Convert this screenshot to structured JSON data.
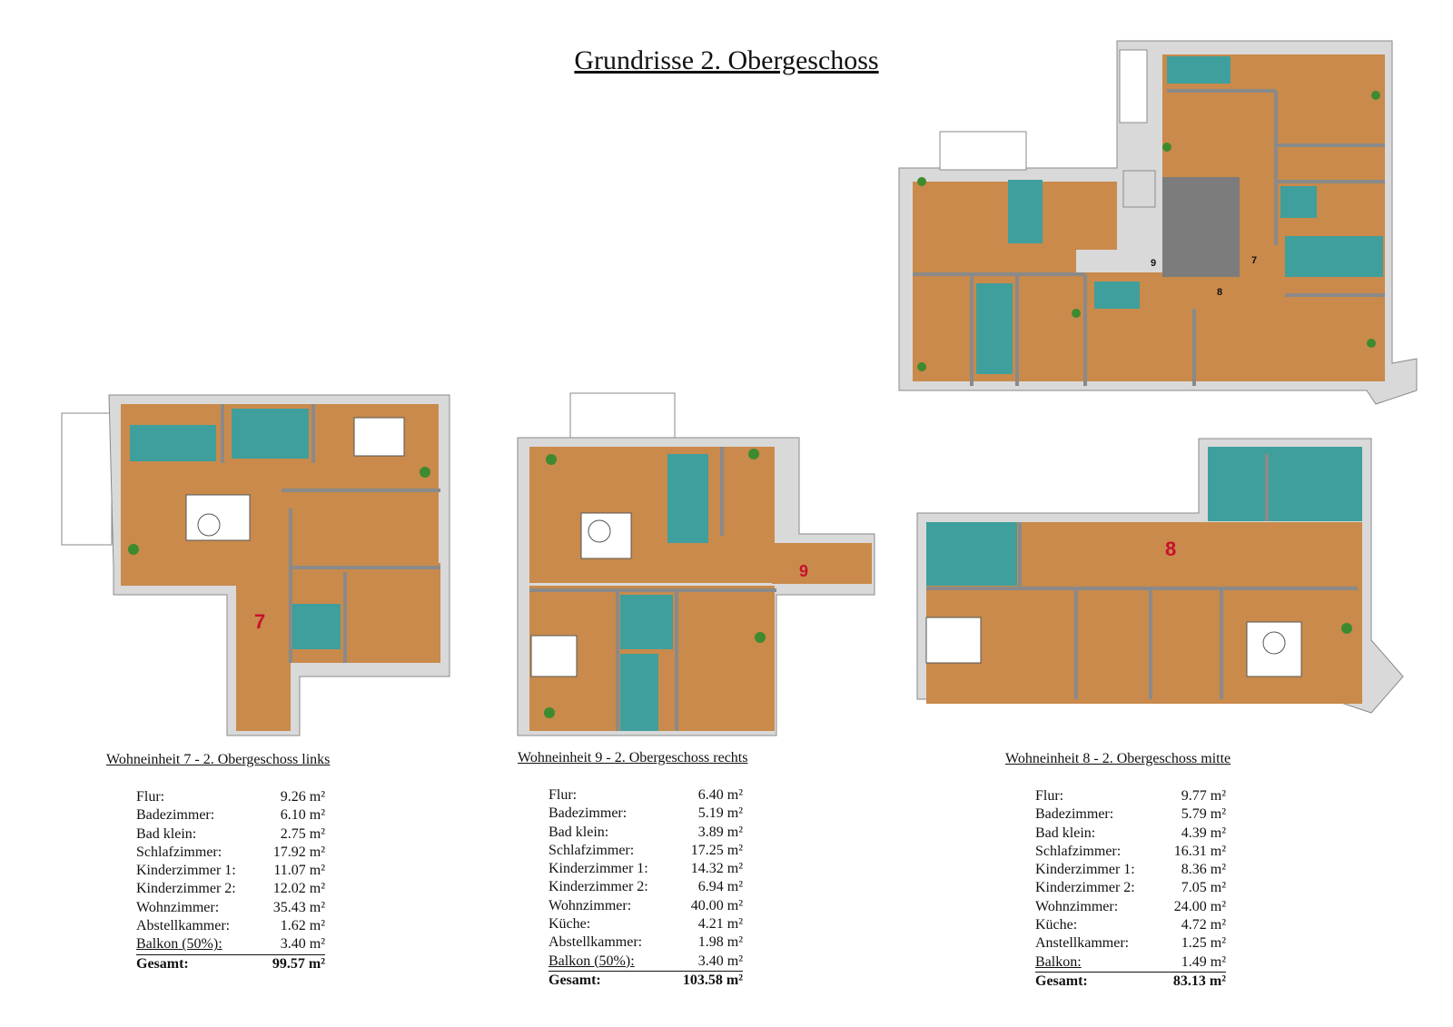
{
  "title": "Grundrisse 2. Obergeschoss",
  "colors": {
    "floor": "#c98a4b",
    "floor_dark": "#b5773c",
    "tile": "#3f9f9c",
    "wall": "#d9d9d9",
    "wall_edge": "#8a8a8a",
    "stair": "#7c7c7c",
    "plant": "#3e8a2f",
    "unit_number": "#c8102e"
  },
  "overview": {
    "stair_labels": [
      "9",
      "7",
      "8"
    ]
  },
  "units": [
    {
      "number": "7",
      "heading": "Wohneinheit 7 - 2. Obergeschoss links",
      "rows": [
        {
          "label": "Flur:",
          "value": "9.26 m²"
        },
        {
          "label": "Badezimmer:",
          "value": "6.10 m²"
        },
        {
          "label": "Bad klein:",
          "value": "2.75 m²"
        },
        {
          "label": "Schlafzimmer:",
          "value": "17.92 m²"
        },
        {
          "label": "Kinderzimmer 1:",
          "value": "11.07 m²"
        },
        {
          "label": "Kinderzimmer 2:",
          "value": "12.02 m²"
        },
        {
          "label": "Wohnzimmer:",
          "value": "35.43 m²"
        },
        {
          "label": "Abstellkammer:",
          "value": "1.62 m²"
        },
        {
          "label": "Balkon (50%):",
          "value": "3.40 m²"
        }
      ],
      "total": {
        "label": "Gesamt:",
        "value": "99.57 m²"
      }
    },
    {
      "number": "9",
      "heading": "Wohneinheit 9 - 2. Obergeschoss rechts",
      "rows": [
        {
          "label": "Flur:",
          "value": "6.40 m²"
        },
        {
          "label": "Badezimmer:",
          "value": "5.19 m²"
        },
        {
          "label": "Bad klein:",
          "value": "3.89 m²"
        },
        {
          "label": "Schlafzimmer:",
          "value": "17.25 m²"
        },
        {
          "label": "Kinderzimmer 1:",
          "value": "14.32 m²"
        },
        {
          "label": "Kinderzimmer 2:",
          "value": "6.94 m²"
        },
        {
          "label": "Wohnzimmer:",
          "value": "40.00 m²"
        },
        {
          "label": "Küche:",
          "value": "4.21 m²"
        },
        {
          "label": "Abstellkammer:",
          "value": "1.98 m²"
        },
        {
          "label": "Balkon (50%):",
          "value": "3.40 m²"
        }
      ],
      "total": {
        "label": "Gesamt:",
        "value": "103.58 m²"
      }
    },
    {
      "number": "8",
      "heading": "Wohneinheit 8 - 2. Obergeschoss mitte",
      "rows": [
        {
          "label": "Flur:",
          "value": "9.77 m²"
        },
        {
          "label": "Badezimmer:",
          "value": "5.79 m²"
        },
        {
          "label": "Bad klein:",
          "value": "4.39 m²"
        },
        {
          "label": "Schlafzimmer:",
          "value": "16.31 m²"
        },
        {
          "label": "Kinderzimmer 1:",
          "value": "8.36 m²"
        },
        {
          "label": "Kinderzimmer 2:",
          "value": "7.05 m²"
        },
        {
          "label": "Wohnzimmer:",
          "value": "24.00 m²"
        },
        {
          "label": "Küche:",
          "value": "4.72 m²"
        },
        {
          "label": "Anstellkammer:",
          "value": "1.25 m²"
        },
        {
          "label": "Balkon:",
          "value": "1.49 m²"
        }
      ],
      "total": {
        "label": "Gesamt:",
        "value": "83.13 m²"
      }
    }
  ]
}
